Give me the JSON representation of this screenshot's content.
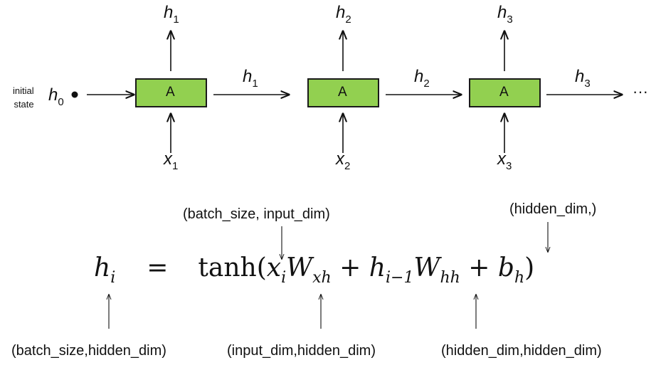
{
  "initial": {
    "line1": "initial",
    "line2": "state"
  },
  "h0": {
    "base": "h",
    "sub": "0"
  },
  "cell_label": "A",
  "outputs": [
    {
      "base": "h",
      "sub": "1"
    },
    {
      "base": "h",
      "sub": "2"
    },
    {
      "base": "h",
      "sub": "3"
    }
  ],
  "hidden_passes": [
    {
      "base": "h",
      "sub": "1"
    },
    {
      "base": "h",
      "sub": "2"
    },
    {
      "base": "h",
      "sub": "3"
    }
  ],
  "inputs": [
    {
      "base": "x",
      "sub": "1"
    },
    {
      "base": "x",
      "sub": "2"
    },
    {
      "base": "x",
      "sub": "3"
    }
  ],
  "ellipsis": "···",
  "equation": {
    "lhs": "h",
    "lhs_sub": "i",
    "equals": "=",
    "func": "tanh(",
    "x": "x",
    "x_sub": "i",
    "w1": "W",
    "w1_sub": "xh",
    "plus1": "+",
    "h": "h",
    "h_sub": "i−1",
    "w2": "W",
    "w2_sub": "hh",
    "plus2": "+",
    "b": "b",
    "b_sub": "h",
    "close": ")"
  },
  "annotations": {
    "x_shape": "(batch_size,  input_dim)",
    "b_shape": "(hidden_dim,)",
    "h_shape": "(batch_size,hidden_dim)",
    "wxh_shape": "(input_dim,hidden_dim)",
    "whh_shape": "(hidden_dim,hidden_dim)"
  },
  "colors": {
    "cell_fill": "#92d050",
    "cell_border": "#1a1a1a",
    "arrow": "#111111"
  }
}
